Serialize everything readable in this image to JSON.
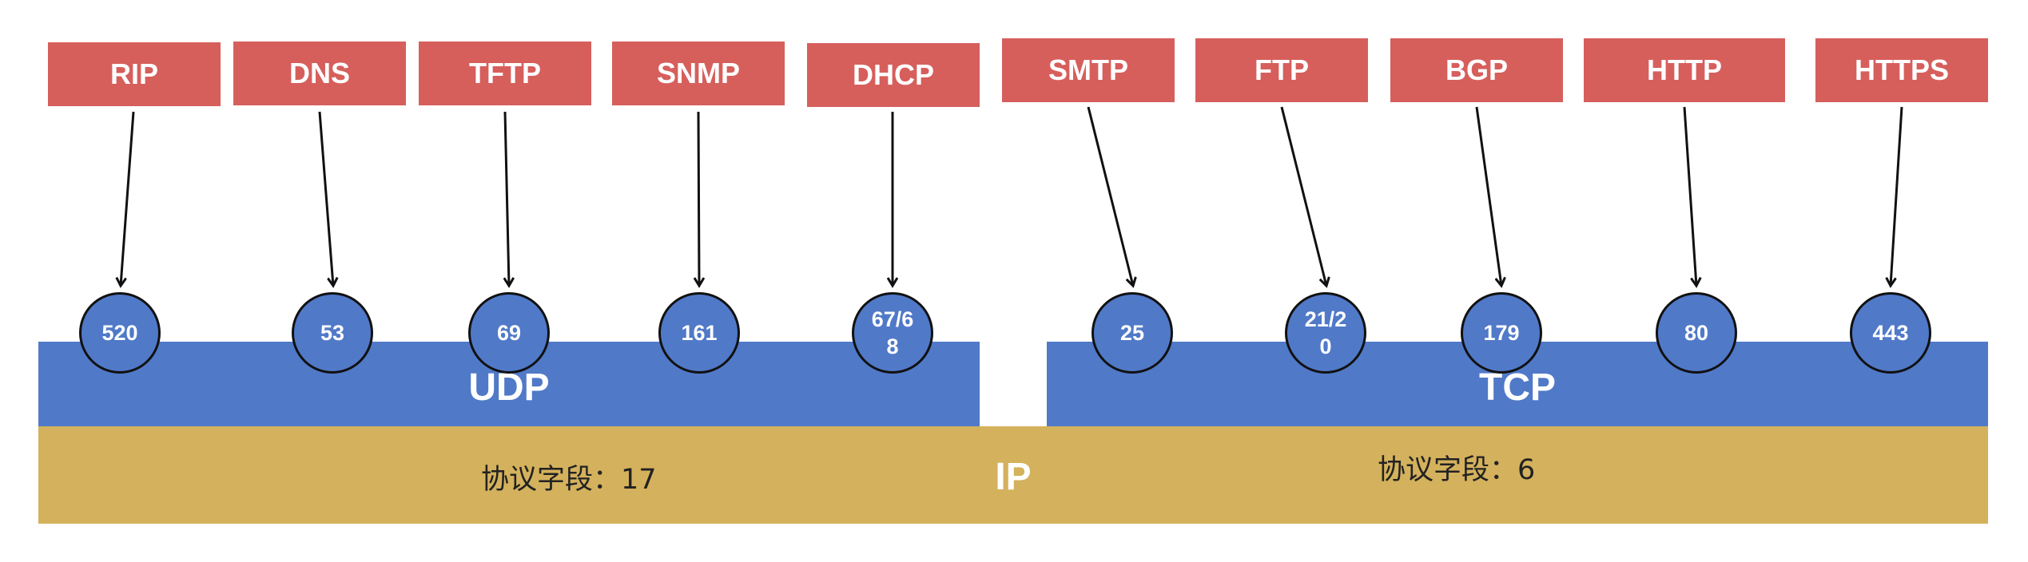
{
  "colors": {
    "protocol_box": "#D65F5C",
    "transport_layer": "#5079C8",
    "ip_layer": "#D4B15C",
    "port_circle": "#5079C8",
    "arrow": "#111111",
    "label_text": "#FFFFFF"
  },
  "layers": {
    "udp": {
      "label": "UDP"
    },
    "tcp": {
      "label": "TCP"
    },
    "ip": {
      "label": "IP",
      "udp_protocol_field": "协议字段：17",
      "tcp_protocol_field": "协议字段：6"
    }
  },
  "udp_protocols": [
    {
      "name": "RIP",
      "port": "520"
    },
    {
      "name": "DNS",
      "port": "53"
    },
    {
      "name": "TFTP",
      "port": "69"
    },
    {
      "name": "SNMP",
      "port": "161"
    },
    {
      "name": "DHCP",
      "port": "67/6\n8"
    }
  ],
  "tcp_protocols": [
    {
      "name": "SMTP",
      "port": "25"
    },
    {
      "name": "FTP",
      "port": "21/2\n0"
    },
    {
      "name": "BGP",
      "port": "179"
    },
    {
      "name": "HTTP",
      "port": "80"
    },
    {
      "name": "HTTPS",
      "port": "443"
    }
  ]
}
